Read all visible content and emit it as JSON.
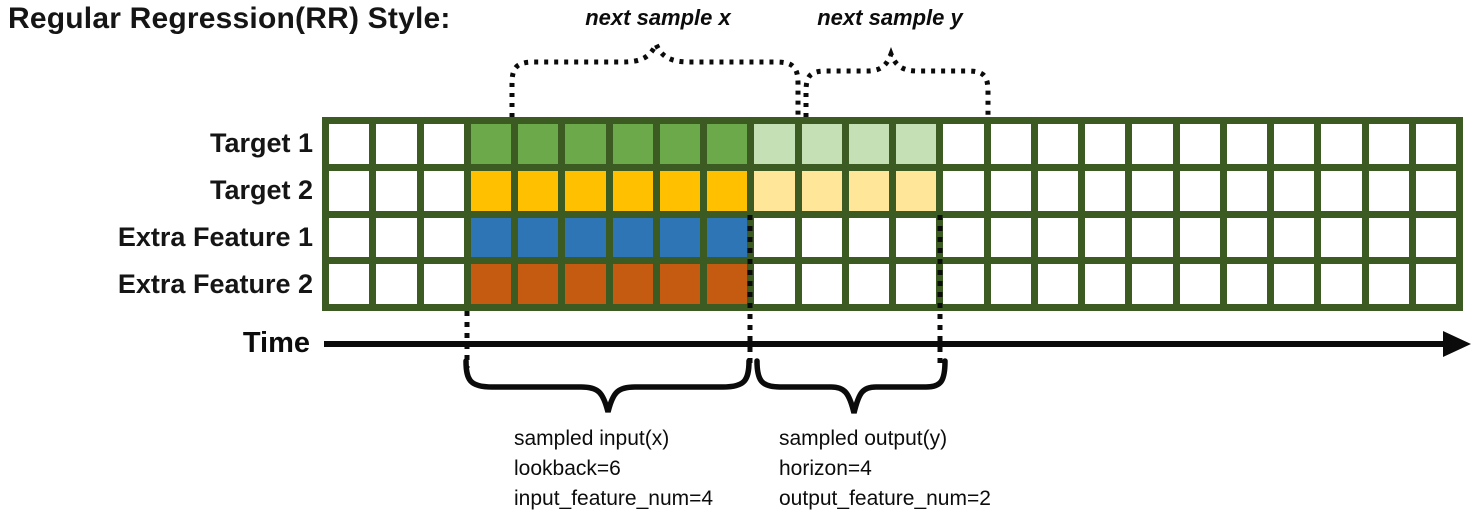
{
  "title": "Regular Regression(RR) Style:",
  "annotations": {
    "next_sample_x": "next sample x",
    "next_sample_y": "next sample y"
  },
  "axis": {
    "label": "Time"
  },
  "colors": {
    "grid_line": "#3B5B23",
    "cell_empty": "#FFFFFF",
    "guide_line": "#0b0b0b",
    "axis_line": "#0b0b0b"
  },
  "grid": {
    "columns": 24,
    "lookback": 6,
    "horizon": 4,
    "rows": [
      {
        "label": "Target 1",
        "color": "#6CA94B",
        "light": "#C5E0B4",
        "cells": "wwwccccccllllwwwwwwwwwww"
      },
      {
        "label": "Target 2",
        "color": "#FFC000",
        "light": "#FFE699",
        "cells": "wwwccccccllllwwwwwwwwwww"
      },
      {
        "label": "Extra Feature 1",
        "color": "#2E75B6",
        "light": null,
        "cells": "wwwccccccwwwwwwwwwwwwwww"
      },
      {
        "label": "Extra Feature 2",
        "color": "#C55A11",
        "light": null,
        "cells": "wwwccccccwwwwwwwwwwwwwww"
      }
    ]
  },
  "input_annotation": {
    "lines": [
      "sampled input(x)",
      "lookback=6",
      "input_feature_num=4"
    ]
  },
  "output_annotation": {
    "lines": [
      "sampled output(y)",
      "horizon=4",
      "output_feature_num=2"
    ]
  }
}
